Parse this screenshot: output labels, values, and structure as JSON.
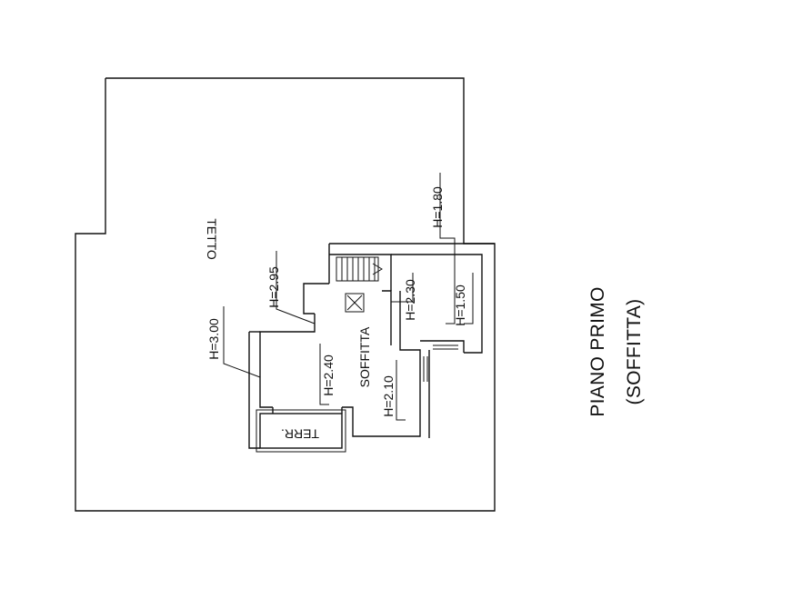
{
  "drawing": {
    "title_line1": "PIANO PRIMO",
    "title_line2": "(SOFFITTA)"
  },
  "labels": {
    "roof": "TETTO",
    "attic": "SOFFITTA",
    "terrace": "TERR."
  },
  "heights": {
    "h_180": "H=1.80",
    "h_295": "H=2.95",
    "h_230": "H=2.30",
    "h_150": "H=1.50",
    "h_300": "H=3.00",
    "h_240": "H=2.40",
    "h_210": "H=2.10"
  }
}
